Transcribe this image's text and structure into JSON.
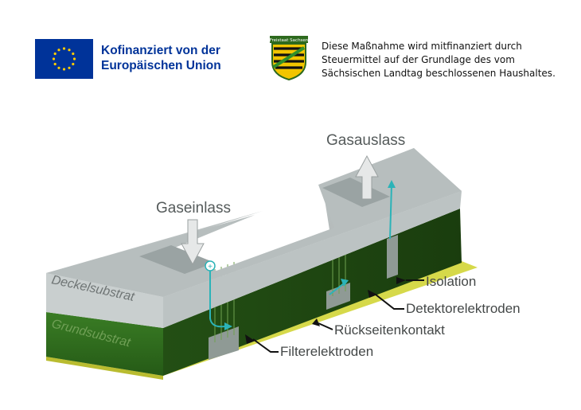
{
  "eu_logo": {
    "line1": "Kofinanziert von der",
    "line2": "Europäischen Union",
    "flag_color": "#003399",
    "star_color": "#ffcc00"
  },
  "saxony_logo": {
    "badge_text": "Freistaat Sachsen",
    "line1": "Diese Maßnahme wird mitfinanziert durch",
    "line2": "Steuermittel auf der Grundlage des vom",
    "line3": "Sächsischen Landtag beschlossenen Haushaltes."
  },
  "diagram": {
    "labels": {
      "gas_outlet": "Gasauslass",
      "gas_inlet": "Gaseinlass",
      "lid_substrate": "Deckelsubstrat",
      "base_substrate": "Grundsubstrat",
      "isolation": "Isolation",
      "detector_electrodes": "Detektorelektroden",
      "back_contact": "Rückseitenkontakt",
      "filter_electrodes": "Filterelektroden"
    },
    "colors": {
      "lid_top": "#b9c0c0",
      "lid_front": "#ccd2d2",
      "base_green": "#2f6d1e",
      "base_dark": "#1f4d12",
      "isolation_yellow": "#d6d94a",
      "flow_arrow": "#2bb3b8"
    }
  }
}
